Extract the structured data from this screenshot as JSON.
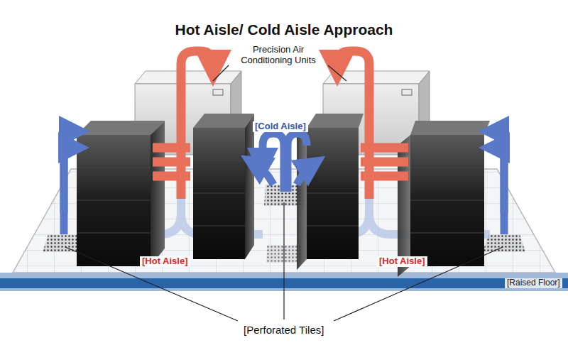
{
  "diagram": {
    "title": "Hot Aisle/ Cold Aisle Approach",
    "labels": [
      "Precision Air Conditioning Units",
      "[Cold Aisle]",
      "[Hot Aisle]",
      "[Hot Aisle]",
      "[Raised Floor]",
      "[Perforated Tiles]"
    ]
  }
}
